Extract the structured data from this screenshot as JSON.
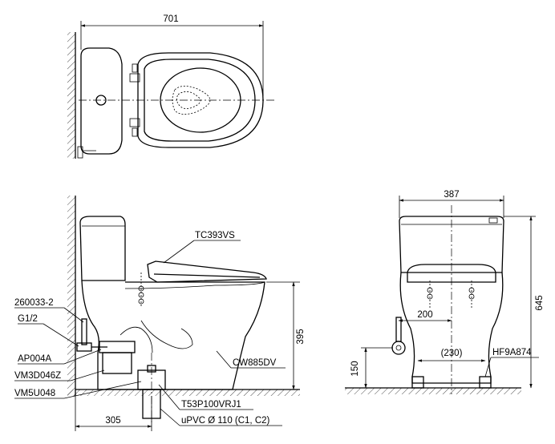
{
  "dimensions": {
    "top_width": "701",
    "side_depth": "305",
    "side_height": "395",
    "front_width": "387",
    "front_height": "645",
    "front_offset": "200",
    "front_pitch": "(230)",
    "front_inlet": "150"
  },
  "parts": {
    "seat": "TC393VS",
    "bowl": "CW885DV",
    "part_260033": "260033-2",
    "thread": "G1/2",
    "ap004a": "AP004A",
    "vm3d": "VM3D046Z",
    "vm5u": "VM5U048",
    "flange": "T53P100VRJ1",
    "pipe": "uPVC Ø 110 (C1, C2)",
    "front_part": "HF9A874"
  }
}
